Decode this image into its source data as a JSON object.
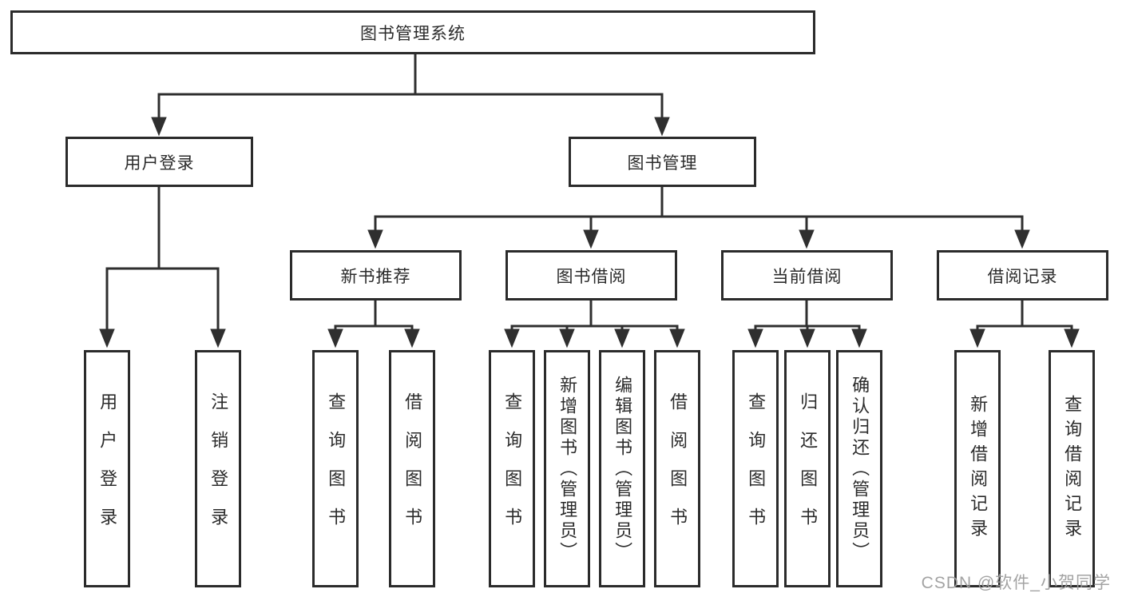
{
  "diagram": {
    "title": "图书管理系统",
    "watermark": "CSDN @软件_小贺同学",
    "colors": {
      "line": "#2f2f2f",
      "border": "#2b2b2b",
      "text": "#2b2b2b",
      "background": "#ffffff",
      "watermark": "#9e9e9e"
    },
    "root": {
      "label": "图书管理系统"
    },
    "branches": [
      {
        "label": "用户登录",
        "children": [
          {
            "label": "用户登录"
          },
          {
            "label": "注销登录"
          }
        ]
      },
      {
        "label": "图书管理",
        "children": [
          {
            "label": "新书推荐",
            "children": [
              {
                "label": "查询图书"
              },
              {
                "label": "借阅图书"
              }
            ]
          },
          {
            "label": "图书借阅",
            "children": [
              {
                "label": "查询图书"
              },
              {
                "label": "新增图书（管理员）"
              },
              {
                "label": "编辑图书（管理员）"
              },
              {
                "label": "借阅图书"
              }
            ]
          },
          {
            "label": "当前借阅",
            "children": [
              {
                "label": "查询图书"
              },
              {
                "label": "归还图书"
              },
              {
                "label": "确认归还（管理员）"
              }
            ]
          },
          {
            "label": "借阅记录",
            "children": [
              {
                "label": "新增借阅记录"
              },
              {
                "label": "查询借阅记录"
              }
            ]
          }
        ]
      }
    ]
  }
}
